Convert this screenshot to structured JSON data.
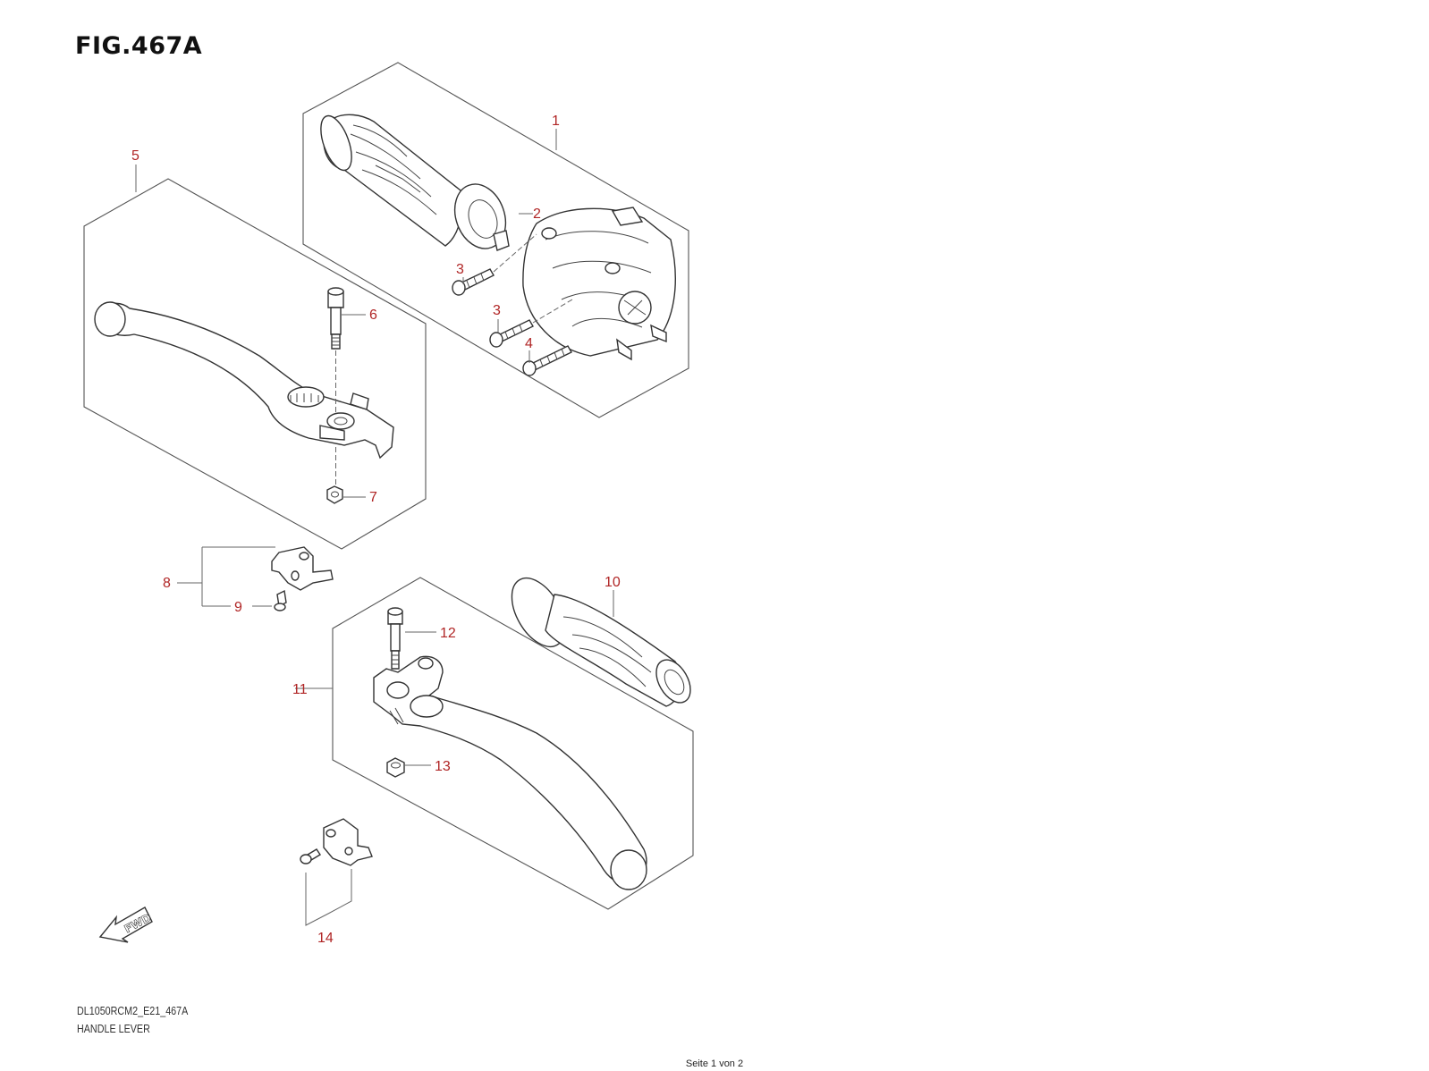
{
  "figure": {
    "title": "FIG.467A",
    "model_code": "DL1050RCM2_E21_467A",
    "caption": "HANDLE LEVER"
  },
  "callouts": {
    "c1": "1",
    "c2": "2",
    "c3a": "3",
    "c3b": "3",
    "c4": "4",
    "c5": "5",
    "c6": "6",
    "c7": "7",
    "c8": "8",
    "c9": "9",
    "c10": "10",
    "c11": "11",
    "c12": "12",
    "c13": "13",
    "c14": "14"
  },
  "direction_marker": {
    "label": "FWD",
    "icon": "fwd-arrow-icon"
  },
  "footer": {
    "page_label": "Seite 1 von 2"
  },
  "colors": {
    "callout": "#b02525",
    "line": "#333333"
  }
}
